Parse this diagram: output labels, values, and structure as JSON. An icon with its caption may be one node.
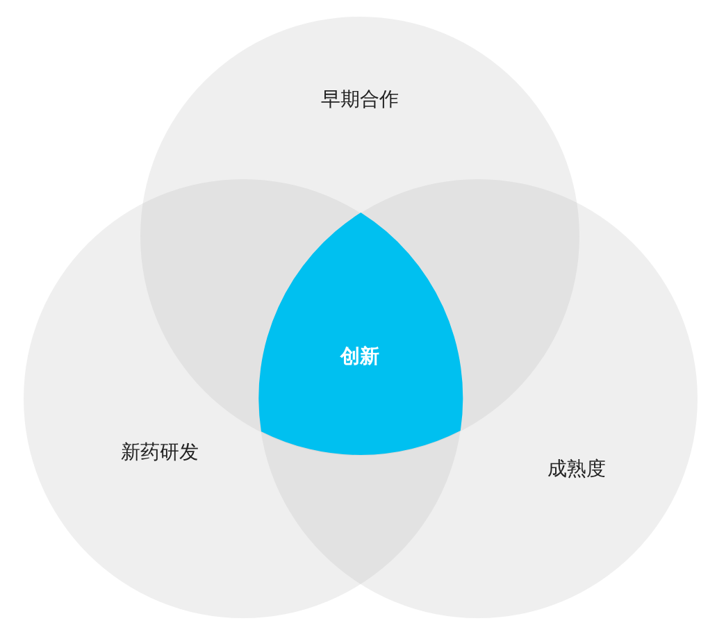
{
  "diagram": {
    "nodes": [
      {
        "text": [
          "早期合作"
        ]
      },
      {
        "text": [
          "新药研发"
        ]
      },
      {
        "text": [
          "成熟度"
        ]
      },
      {
        "text": [
          "创新"
        ]
      }
    ]
  }
}
